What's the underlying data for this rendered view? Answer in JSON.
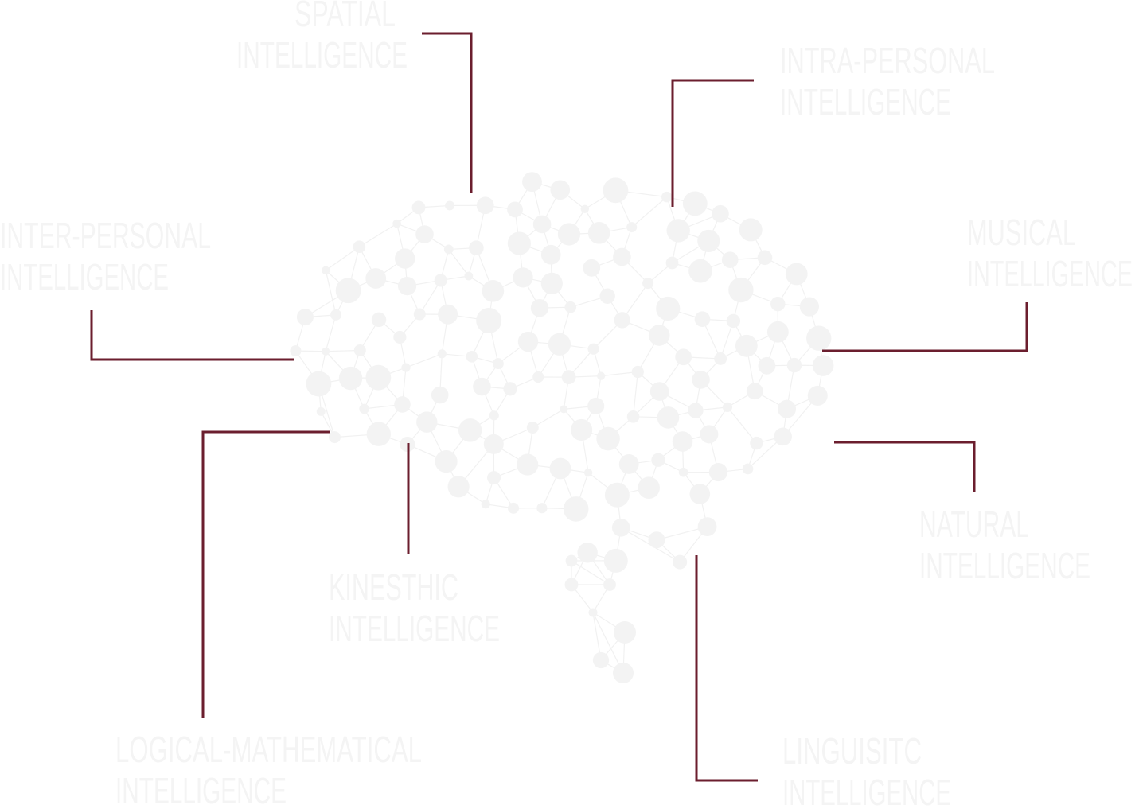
{
  "colors": {
    "connector": "#6b1e2e",
    "label": "#f4f4f4",
    "node": "#f3f3f3",
    "edge": "#f1f1f1"
  },
  "labels": {
    "spatial": [
      "SPATIAL",
      "INTELLIGENCE"
    ],
    "intra_personal": [
      "INTRA-PERSONAL",
      "INTELLIGENCE"
    ],
    "inter_personal": [
      "INTER-PERSONAL",
      "INTELLIGENCE"
    ],
    "musical": [
      "MUSICAL",
      "INTELLIGENCE"
    ],
    "natural": [
      "NATURAL",
      "INTELLIGENCE"
    ],
    "kinesthic": [
      "KINESTHIC",
      "INTELLIGENCE"
    ],
    "logical_mathematical": [
      "LOGICAL-MATHEMATICAL",
      "INTELLIGENCE"
    ],
    "linguistic": [
      "LINGUISITC",
      "INTELLIGENCE"
    ]
  }
}
